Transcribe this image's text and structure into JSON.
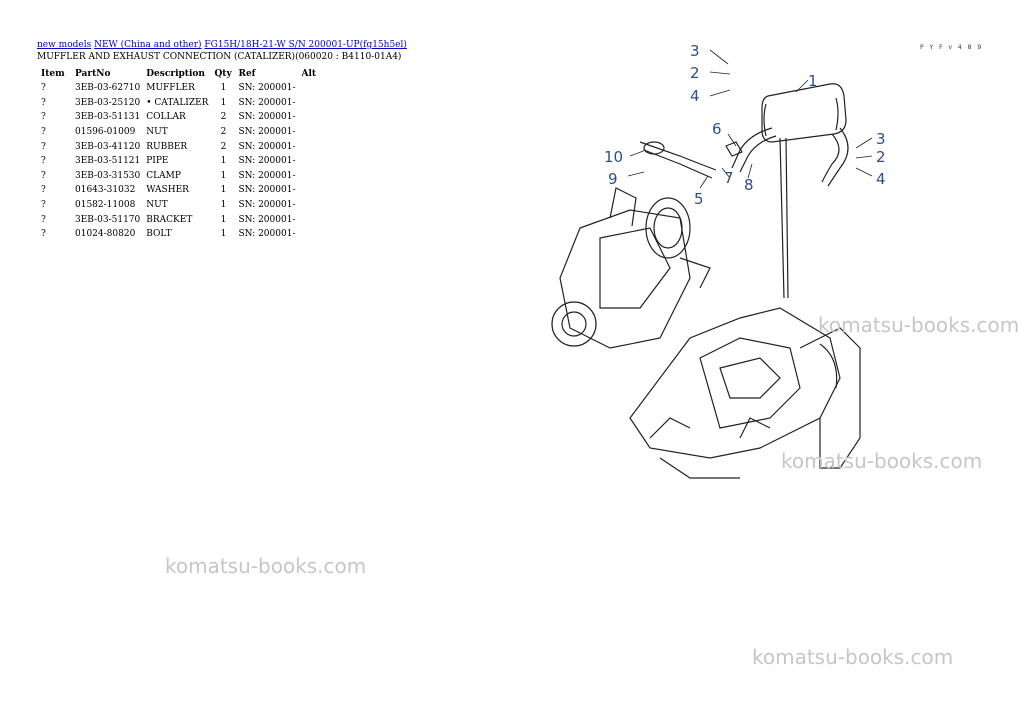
{
  "breadcrumb": {
    "link1": "new models",
    "link2": "NEW (China and other)",
    "link3": "FG15H/18H-21-W S/N 200001-UP(fg15h5el)"
  },
  "subtitle": "MUFFLER AND EXHAUST CONNECTION (CATALIZER)(060020 : B4110-01A4)",
  "table": {
    "headers": [
      "Item",
      "PartNo",
      "Description",
      "Qty",
      "Ref",
      "Alt"
    ],
    "rows": [
      {
        "item": "?",
        "part": "3EB-03-62710",
        "desc": "MUFFLER",
        "qty": "1",
        "ref": "SN: 200001-",
        "alt": ""
      },
      {
        "item": "?",
        "part": "3EB-03-25120",
        "desc": "• CATALIZER",
        "qty": "1",
        "ref": "SN: 200001-",
        "alt": ""
      },
      {
        "item": "?",
        "part": "3EB-03-51131",
        "desc": "COLLAR",
        "qty": "2",
        "ref": "SN: 200001-",
        "alt": ""
      },
      {
        "item": "?",
        "part": "01596-01009",
        "desc": "NUT",
        "qty": "2",
        "ref": "SN: 200001-",
        "alt": ""
      },
      {
        "item": "?",
        "part": "3EB-03-41120",
        "desc": "RUBBER",
        "qty": "2",
        "ref": "SN: 200001-",
        "alt": ""
      },
      {
        "item": "?",
        "part": "3EB-03-51121",
        "desc": "PIPE",
        "qty": "1",
        "ref": "SN: 200001-",
        "alt": ""
      },
      {
        "item": "?",
        "part": "3EB-03-31530",
        "desc": "CLAMP",
        "qty": "1",
        "ref": "SN: 200001-",
        "alt": ""
      },
      {
        "item": "?",
        "part": "01643-31032",
        "desc": "WASHER",
        "qty": "1",
        "ref": "SN: 200001-",
        "alt": ""
      },
      {
        "item": "?",
        "part": "01582-11008",
        "desc": "NUT",
        "qty": "1",
        "ref": "SN: 200001-",
        "alt": ""
      },
      {
        "item": "?",
        "part": "3EB-03-51170",
        "desc": "BRACKET",
        "qty": "1",
        "ref": "SN: 200001-",
        "alt": ""
      },
      {
        "item": "?",
        "part": "01024-80820",
        "desc": "BOLT",
        "qty": "1",
        "ref": "SN: 200001-",
        "alt": ""
      }
    ]
  },
  "drawing": {
    "code": "P Y F v 4 8 9",
    "callouts": [
      "1",
      "2",
      "3",
      "4",
      "5",
      "6",
      "7",
      "8",
      "9",
      "10",
      "3",
      "2",
      "4"
    ]
  },
  "watermarks": [
    "komatsu-books.com",
    "komatsu-books.com",
    "komatsu-books.com",
    "komatsu-books.com"
  ],
  "colors": {
    "link": "#0000cc",
    "callout": "#2c4f8c",
    "watermark": "#c6c6c6"
  }
}
